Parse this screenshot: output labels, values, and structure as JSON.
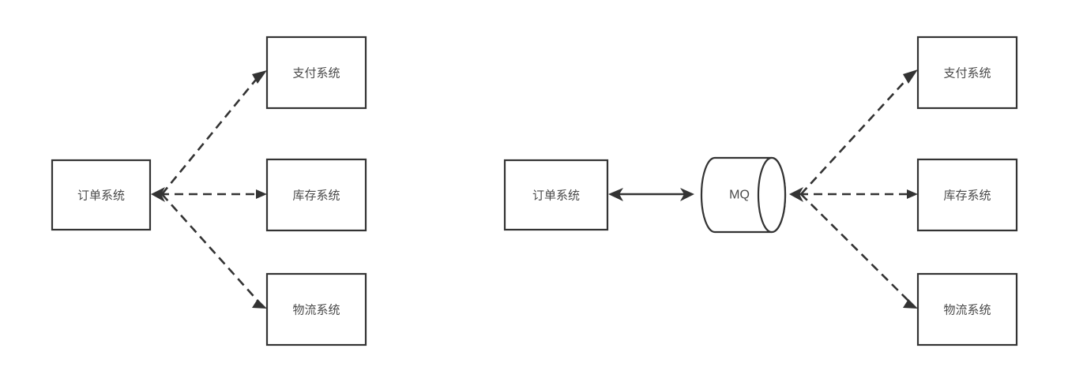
{
  "diagram": {
    "title_visible": false,
    "stroke_color": "#333333",
    "text_color": "#4a4a4a",
    "background_color": "#ffffff",
    "panels": [
      {
        "id": "left-panel",
        "name": "direct-coupling-diagram",
        "source": {
          "label": "订单系统",
          "shape": "rectangle"
        },
        "targets": [
          {
            "label": "支付系统",
            "shape": "rectangle"
          },
          {
            "label": "库存系统",
            "shape": "rectangle"
          },
          {
            "label": "物流系统",
            "shape": "rectangle"
          }
        ],
        "edges": [
          {
            "from": "订单系统",
            "to": "支付系统",
            "style": "dashed",
            "direction": "forward"
          },
          {
            "from": "订单系统",
            "to": "库存系统",
            "style": "dashed",
            "direction": "forward"
          },
          {
            "from": "订单系统",
            "to": "物流系统",
            "style": "dashed",
            "direction": "forward"
          }
        ]
      },
      {
        "id": "right-panel",
        "name": "mq-decoupled-diagram",
        "source": {
          "label": "订单系统",
          "shape": "rectangle"
        },
        "broker": {
          "label": "MQ",
          "shape": "cylinder"
        },
        "targets": [
          {
            "label": "支付系统",
            "shape": "rectangle"
          },
          {
            "label": "库存系统",
            "shape": "rectangle"
          },
          {
            "label": "物流系统",
            "shape": "rectangle"
          }
        ],
        "edges": [
          {
            "from": "订单系统",
            "to": "MQ",
            "style": "solid",
            "direction": "bidirectional"
          },
          {
            "from": "MQ",
            "to": "支付系统",
            "style": "dashed",
            "direction": "forward"
          },
          {
            "from": "MQ",
            "to": "库存系统",
            "style": "dashed",
            "direction": "forward"
          },
          {
            "from": "MQ",
            "to": "物流系统",
            "style": "dashed",
            "direction": "forward"
          }
        ]
      }
    ]
  }
}
